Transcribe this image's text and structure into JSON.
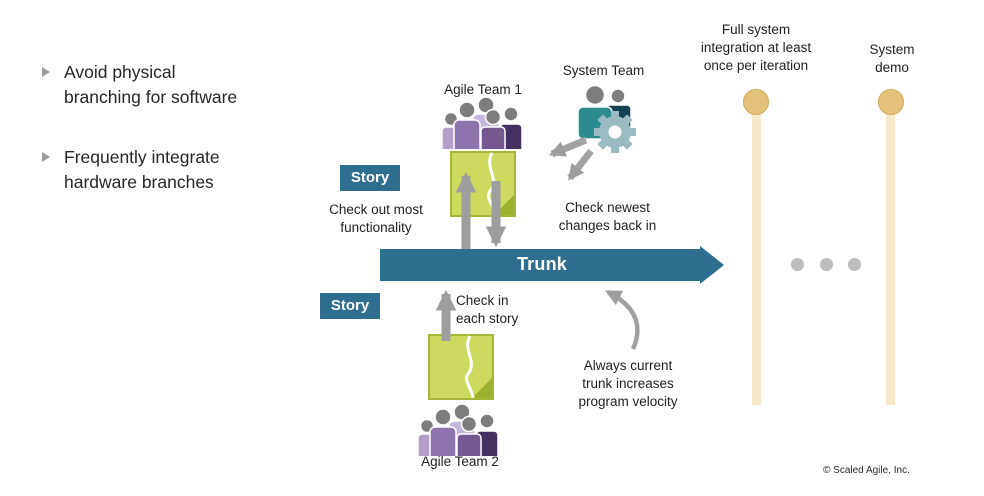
{
  "bullets": [
    {
      "label": "Avoid physical\nbranching for software"
    },
    {
      "label": "Frequently integrate\nhardware branches"
    }
  ],
  "teams": {
    "agile_team_1": "Agile Team 1",
    "agile_team_2": "Agile Team 2",
    "system_team": "System Team"
  },
  "story_badges": [
    "Story",
    "Story"
  ],
  "trunk": {
    "label": "Trunk"
  },
  "annotations": {
    "check_out": "Check out most\nfunctionality",
    "check_in": "Check in\neach story",
    "check_newest": "Check newest\nchanges back in",
    "always_current": "Always current\ntrunk increases\nprogram velocity"
  },
  "milestones": {
    "full_system_integration": "Full system\nintegration at least\nonce per iteration",
    "system_demo": "System\ndemo"
  },
  "footer": {
    "copyright": "© Scaled Agile, Inc."
  },
  "icons": {
    "agile_team": "people-group-icon",
    "system_team": "people-gear-icon",
    "story_note": "sticky-note-icon",
    "milestone": "milestone-circle-icon",
    "ellipsis": "ellipsis-dots-icon"
  },
  "colors": {
    "accent_blue": "#2d6e91",
    "note_green": "#cdda5f",
    "note_border": "#a6b637",
    "milestone_tan": "#e3c37c",
    "milestone_line": "#f5e8cb",
    "arrow_gray": "#9e9e9e",
    "team_purple_dark": "#443061",
    "system_teal": "#2b8b8d"
  }
}
